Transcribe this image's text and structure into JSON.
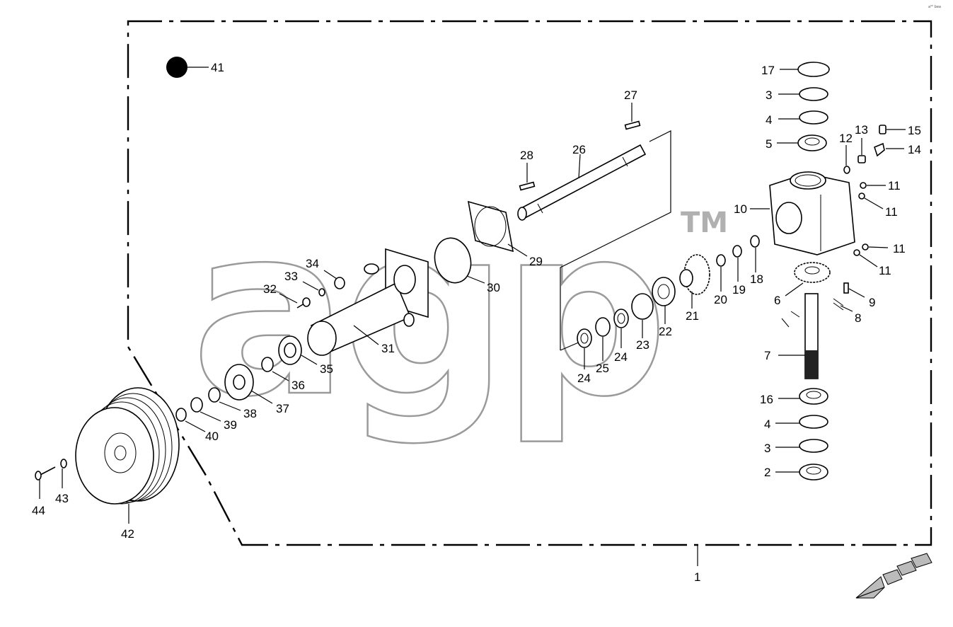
{
  "watermark": {
    "text": "agp",
    "tm": "TM"
  },
  "corner_code": "a⁰⁰ bea",
  "callouts": [
    {
      "id": "c41",
      "label": "41"
    },
    {
      "id": "c27",
      "label": "27"
    },
    {
      "id": "c28",
      "label": "28"
    },
    {
      "id": "c26",
      "label": "26"
    },
    {
      "id": "c17",
      "label": "17"
    },
    {
      "id": "c3a",
      "label": "3"
    },
    {
      "id": "c4a",
      "label": "4"
    },
    {
      "id": "c5",
      "label": "5"
    },
    {
      "id": "c12",
      "label": "12"
    },
    {
      "id": "c13",
      "label": "13"
    },
    {
      "id": "c15",
      "label": "15"
    },
    {
      "id": "c14",
      "label": "14"
    },
    {
      "id": "c11a",
      "label": "11"
    },
    {
      "id": "c11b",
      "label": "11"
    },
    {
      "id": "c10",
      "label": "10"
    },
    {
      "id": "c11c",
      "label": "11"
    },
    {
      "id": "c11d",
      "label": "11"
    },
    {
      "id": "c29",
      "label": "29"
    },
    {
      "id": "c30",
      "label": "30"
    },
    {
      "id": "c34",
      "label": "34"
    },
    {
      "id": "c33",
      "label": "33"
    },
    {
      "id": "c32",
      "label": "32"
    },
    {
      "id": "c31",
      "label": "31"
    },
    {
      "id": "c35",
      "label": "35"
    },
    {
      "id": "c36",
      "label": "36"
    },
    {
      "id": "c37",
      "label": "37"
    },
    {
      "id": "c38",
      "label": "38"
    },
    {
      "id": "c39",
      "label": "39"
    },
    {
      "id": "c40",
      "label": "40"
    },
    {
      "id": "c18",
      "label": "18"
    },
    {
      "id": "c19",
      "label": "19"
    },
    {
      "id": "c20",
      "label": "20"
    },
    {
      "id": "c21",
      "label": "21"
    },
    {
      "id": "c22",
      "label": "22"
    },
    {
      "id": "c23",
      "label": "23"
    },
    {
      "id": "c24a",
      "label": "24"
    },
    {
      "id": "c25",
      "label": "25"
    },
    {
      "id": "c24b",
      "label": "24"
    },
    {
      "id": "c6",
      "label": "6"
    },
    {
      "id": "c9",
      "label": "9"
    },
    {
      "id": "c8",
      "label": "8"
    },
    {
      "id": "c7",
      "label": "7"
    },
    {
      "id": "c16",
      "label": "16"
    },
    {
      "id": "c4b",
      "label": "4"
    },
    {
      "id": "c3b",
      "label": "3"
    },
    {
      "id": "c2",
      "label": "2"
    },
    {
      "id": "c44",
      "label": "44"
    },
    {
      "id": "c43",
      "label": "43"
    },
    {
      "id": "c42",
      "label": "42"
    },
    {
      "id": "c1",
      "label": "1"
    }
  ]
}
